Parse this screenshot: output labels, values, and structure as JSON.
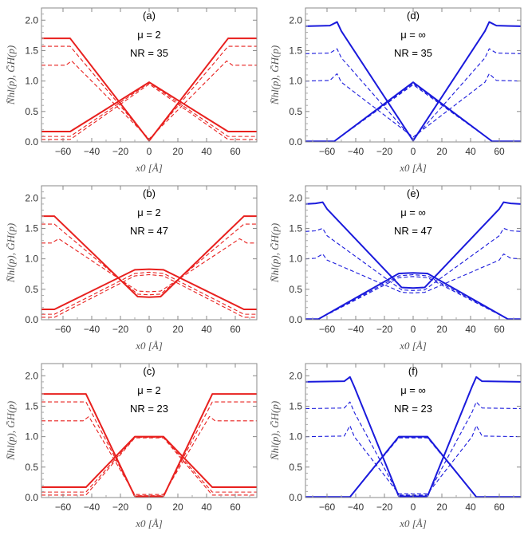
{
  "figure": {
    "xlabel": "x0 [Å]",
    "ylabel": "N̄hl(p), ḠH(p)"
  },
  "chart_data": [
    {
      "type": "line",
      "panel": "(a)",
      "mu": "μ = 2",
      "nr": "NR = 35",
      "color": "#e8201e",
      "xlim": [
        -75,
        75
      ],
      "ylim": [
        0,
        2.2
      ],
      "xticks": [
        -60,
        -40,
        -20,
        0,
        20,
        40,
        60
      ],
      "yticks": [
        0.0,
        0.5,
        1.0,
        1.5,
        2.0
      ],
      "series": [
        {
          "style": "solid",
          "x": [
            -75,
            -55,
            0,
            55,
            75
          ],
          "y": [
            1.7,
            1.7,
            0.02,
            1.7,
            1.7
          ]
        },
        {
          "style": "dashed",
          "x": [
            -75,
            -55,
            0,
            55,
            75
          ],
          "y": [
            1.57,
            1.57,
            0.03,
            1.57,
            1.57
          ]
        },
        {
          "style": "dashed",
          "x": [
            -75,
            -58,
            -54,
            0,
            54,
            58,
            75
          ],
          "y": [
            1.26,
            1.26,
            1.33,
            0.05,
            1.33,
            1.26,
            1.26
          ]
        },
        {
          "style": "solid",
          "x": [
            -75,
            -55,
            0,
            55,
            75
          ],
          "y": [
            0.17,
            0.17,
            0.98,
            0.17,
            0.17
          ]
        },
        {
          "style": "dashed",
          "x": [
            -75,
            -55,
            0,
            55,
            75
          ],
          "y": [
            0.09,
            0.09,
            0.97,
            0.09,
            0.09
          ]
        },
        {
          "style": "dashed",
          "x": [
            -75,
            -55,
            0,
            55,
            75
          ],
          "y": [
            0.04,
            0.04,
            0.95,
            0.04,
            0.04
          ]
        }
      ]
    },
    {
      "type": "line",
      "panel": "(d)",
      "mu": "μ = ∞",
      "nr": "NR = 35",
      "color": "#1a1adc",
      "xlim": [
        -75,
        75
      ],
      "ylim": [
        0,
        2.2
      ],
      "xticks": [
        -60,
        -40,
        -20,
        0,
        20,
        40,
        60
      ],
      "yticks": [
        0.0,
        0.5,
        1.0,
        1.5,
        2.0
      ],
      "series": [
        {
          "style": "solid",
          "x": [
            -75,
            -58,
            -53,
            -50,
            0,
            50,
            53,
            58,
            75
          ],
          "y": [
            1.9,
            1.91,
            1.97,
            1.82,
            0.02,
            1.82,
            1.97,
            1.91,
            1.9
          ]
        },
        {
          "style": "dashed",
          "x": [
            -75,
            -58,
            -53,
            -50,
            0,
            50,
            53,
            58,
            75
          ],
          "y": [
            1.45,
            1.46,
            1.53,
            1.38,
            0.04,
            1.38,
            1.53,
            1.46,
            1.45
          ]
        },
        {
          "style": "dashed",
          "x": [
            -75,
            -58,
            -53,
            -50,
            0,
            50,
            53,
            58,
            75
          ],
          "y": [
            1.0,
            1.01,
            1.12,
            0.98,
            0.08,
            0.98,
            1.12,
            1.01,
            1.0
          ]
        },
        {
          "style": "solid",
          "x": [
            -75,
            -55,
            0,
            55,
            75
          ],
          "y": [
            0.01,
            0.01,
            0.98,
            0.01,
            0.01
          ]
        },
        {
          "style": "dashed",
          "x": [
            -75,
            -55,
            0,
            55,
            75
          ],
          "y": [
            0.01,
            0.01,
            0.96,
            0.01,
            0.01
          ]
        },
        {
          "style": "dashed",
          "x": [
            -75,
            -55,
            0,
            55,
            75
          ],
          "y": [
            0.01,
            0.01,
            0.94,
            0.01,
            0.01
          ]
        }
      ]
    },
    {
      "type": "line",
      "panel": "(b)",
      "mu": "μ = 2",
      "nr": "NR = 47",
      "color": "#e8201e",
      "xlim": [
        -75,
        75
      ],
      "ylim": [
        0,
        2.2
      ],
      "xticks": [
        -60,
        -40,
        -20,
        0,
        20,
        40,
        60
      ],
      "yticks": [
        0.0,
        0.5,
        1.0,
        1.5,
        2.0
      ],
      "series": [
        {
          "style": "solid",
          "x": [
            -75,
            -66,
            -8,
            0,
            8,
            66,
            75
          ],
          "y": [
            1.7,
            1.7,
            0.38,
            0.37,
            0.38,
            1.7,
            1.7
          ]
        },
        {
          "style": "dashed",
          "x": [
            -75,
            -66,
            -8,
            0,
            8,
            66,
            75
          ],
          "y": [
            1.57,
            1.57,
            0.42,
            0.41,
            0.42,
            1.57,
            1.57
          ]
        },
        {
          "style": "dashed",
          "x": [
            -75,
            -68,
            -63,
            -8,
            0,
            8,
            63,
            68,
            75
          ],
          "y": [
            1.26,
            1.26,
            1.33,
            0.47,
            0.46,
            0.47,
            1.33,
            1.26,
            1.26
          ]
        },
        {
          "style": "solid",
          "x": [
            -75,
            -66,
            -10,
            0,
            10,
            66,
            75
          ],
          "y": [
            0.17,
            0.17,
            0.82,
            0.83,
            0.82,
            0.17,
            0.17
          ]
        },
        {
          "style": "dashed",
          "x": [
            -75,
            -66,
            -10,
            0,
            10,
            66,
            75
          ],
          "y": [
            0.09,
            0.09,
            0.76,
            0.78,
            0.76,
            0.09,
            0.09
          ]
        },
        {
          "style": "dashed",
          "x": [
            -75,
            -66,
            -10,
            0,
            10,
            66,
            75
          ],
          "y": [
            0.04,
            0.04,
            0.72,
            0.74,
            0.72,
            0.04,
            0.04
          ]
        }
      ]
    },
    {
      "type": "line",
      "panel": "(e)",
      "mu": "μ = ∞",
      "nr": "NR = 47",
      "color": "#1a1adc",
      "xlim": [
        -75,
        75
      ],
      "ylim": [
        0,
        2.2
      ],
      "xticks": [
        -60,
        -40,
        -20,
        0,
        20,
        40,
        60
      ],
      "yticks": [
        0.0,
        0.5,
        1.0,
        1.5,
        2.0
      ],
      "series": [
        {
          "style": "solid",
          "x": [
            -75,
            -68,
            -63,
            -60,
            -8,
            0,
            8,
            60,
            63,
            68,
            75
          ],
          "y": [
            1.9,
            1.91,
            1.93,
            1.82,
            0.53,
            0.52,
            0.53,
            1.82,
            1.93,
            1.91,
            1.9
          ]
        },
        {
          "style": "dashed",
          "x": [
            -75,
            -68,
            -63,
            -60,
            -8,
            0,
            8,
            60,
            63,
            68,
            75
          ],
          "y": [
            1.45,
            1.46,
            1.5,
            1.38,
            0.49,
            0.48,
            0.49,
            1.38,
            1.5,
            1.46,
            1.45
          ]
        },
        {
          "style": "dashed",
          "x": [
            -75,
            -68,
            -63,
            -60,
            -8,
            0,
            8,
            60,
            63,
            68,
            75
          ],
          "y": [
            1.0,
            1.01,
            1.08,
            0.98,
            0.45,
            0.44,
            0.45,
            0.98,
            1.08,
            1.01,
            1.0
          ]
        },
        {
          "style": "solid",
          "x": [
            -75,
            -66,
            -10,
            0,
            10,
            66,
            75
          ],
          "y": [
            0.01,
            0.01,
            0.76,
            0.77,
            0.76,
            0.01,
            0.01
          ]
        },
        {
          "style": "dashed",
          "x": [
            -75,
            -66,
            -10,
            0,
            10,
            66,
            75
          ],
          "y": [
            0.01,
            0.01,
            0.72,
            0.74,
            0.72,
            0.01,
            0.01
          ]
        },
        {
          "style": "dashed",
          "x": [
            -75,
            -66,
            -10,
            0,
            10,
            66,
            75
          ],
          "y": [
            0.01,
            0.01,
            0.69,
            0.71,
            0.69,
            0.01,
            0.01
          ]
        }
      ]
    },
    {
      "type": "line",
      "panel": "(c)",
      "mu": "μ = 2",
      "nr": "NR = 23",
      "color": "#e8201e",
      "xlim": [
        -75,
        75
      ],
      "ylim": [
        0,
        2.2
      ],
      "xticks": [
        -60,
        -40,
        -20,
        0,
        20,
        40,
        60
      ],
      "yticks": [
        0.0,
        0.5,
        1.0,
        1.5,
        2.0
      ],
      "series": [
        {
          "style": "solid",
          "x": [
            -75,
            -44,
            -10,
            10,
            44,
            75
          ],
          "y": [
            1.7,
            1.7,
            0.02,
            0.02,
            1.7,
            1.7
          ]
        },
        {
          "style": "dashed",
          "x": [
            -75,
            -44,
            -10,
            10,
            44,
            75
          ],
          "y": [
            1.57,
            1.57,
            0.03,
            0.03,
            1.57,
            1.57
          ]
        },
        {
          "style": "dashed",
          "x": [
            -75,
            -46,
            -42,
            -10,
            10,
            42,
            46,
            75
          ],
          "y": [
            1.26,
            1.26,
            1.33,
            0.05,
            0.05,
            1.33,
            1.26,
            1.26
          ]
        },
        {
          "style": "solid",
          "x": [
            -75,
            -44,
            -10,
            10,
            44,
            75
          ],
          "y": [
            0.17,
            0.17,
            1.0,
            1.0,
            0.17,
            0.17
          ]
        },
        {
          "style": "dashed",
          "x": [
            -75,
            -44,
            -10,
            10,
            44,
            75
          ],
          "y": [
            0.09,
            0.09,
            0.99,
            0.99,
            0.09,
            0.09
          ]
        },
        {
          "style": "dashed",
          "x": [
            -75,
            -44,
            -10,
            10,
            44,
            75
          ],
          "y": [
            0.04,
            0.04,
            0.98,
            0.98,
            0.04,
            0.04
          ]
        }
      ]
    },
    {
      "type": "line",
      "panel": "(f)",
      "mu": "μ = ∞",
      "nr": "NR = 23",
      "color": "#1a1adc",
      "xlim": [
        -75,
        75
      ],
      "ylim": [
        0,
        2.2
      ],
      "xticks": [
        -60,
        -40,
        -20,
        0,
        20,
        40,
        60
      ],
      "yticks": [
        0.0,
        0.5,
        1.0,
        1.5,
        2.0
      ],
      "series": [
        {
          "style": "solid",
          "x": [
            -75,
            -48,
            -44,
            -41,
            -10,
            10,
            41,
            44,
            48,
            75
          ],
          "y": [
            1.9,
            1.91,
            1.98,
            1.82,
            0.02,
            0.02,
            1.82,
            1.98,
            1.91,
            1.9
          ]
        },
        {
          "style": "dashed",
          "x": [
            -75,
            -48,
            -44,
            -41,
            -10,
            10,
            41,
            44,
            48,
            75
          ],
          "y": [
            1.46,
            1.47,
            1.57,
            1.4,
            0.04,
            0.04,
            1.4,
            1.57,
            1.47,
            1.46
          ]
        },
        {
          "style": "dashed",
          "x": [
            -75,
            -48,
            -44,
            -41,
            -10,
            10,
            41,
            44,
            48,
            75
          ],
          "y": [
            1.0,
            1.01,
            1.18,
            1.0,
            0.06,
            0.06,
            1.0,
            1.18,
            1.01,
            1.0
          ]
        },
        {
          "style": "solid",
          "x": [
            -75,
            -44,
            -10,
            10,
            44,
            75
          ],
          "y": [
            0.01,
            0.01,
            1.0,
            1.0,
            0.01,
            0.01
          ]
        },
        {
          "style": "dashed",
          "x": [
            -75,
            -44,
            -10,
            10,
            44,
            75
          ],
          "y": [
            0.01,
            0.01,
            0.99,
            0.99,
            0.01,
            0.01
          ]
        },
        {
          "style": "dashed",
          "x": [
            -75,
            -44,
            -10,
            10,
            44,
            75
          ],
          "y": [
            0.01,
            0.01,
            0.98,
            0.98,
            0.01,
            0.01
          ]
        }
      ]
    }
  ]
}
